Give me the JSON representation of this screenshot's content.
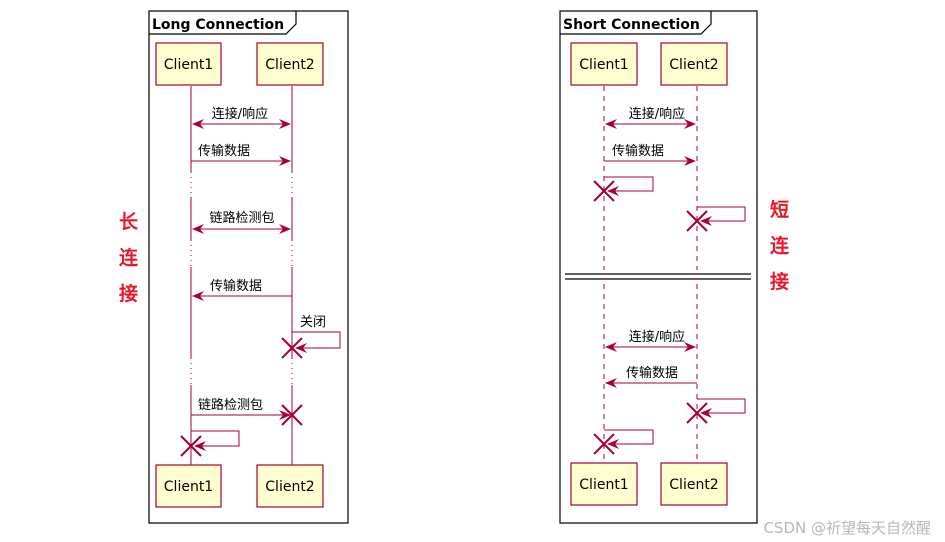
{
  "left_diagram": {
    "title": "Long Connection",
    "participants": [
      "Client1",
      "Client2"
    ],
    "messages": {
      "connect": "连接/响应",
      "transfer1": "传输数据",
      "heartbeat1": "链路检测包",
      "transfer2": "传输数据",
      "close": "关闭",
      "heartbeat2": "链路检测包"
    }
  },
  "right_diagram": {
    "title": "Short Connection",
    "participants": [
      "Client1",
      "Client2"
    ],
    "messages": {
      "connect1": "连接/响应",
      "transfer1": "传输数据",
      "connect2": "连接/响应",
      "transfer2": "传输数据"
    }
  },
  "side_labels": {
    "left": [
      "长",
      "连",
      "接"
    ],
    "right": [
      "短",
      "连",
      "接"
    ]
  },
  "watermark": "CSDN @祈望每天自然醒",
  "colors": {
    "arrow": "#a80036",
    "participant_fill": "#fefece",
    "label_red": "#e8182b"
  }
}
